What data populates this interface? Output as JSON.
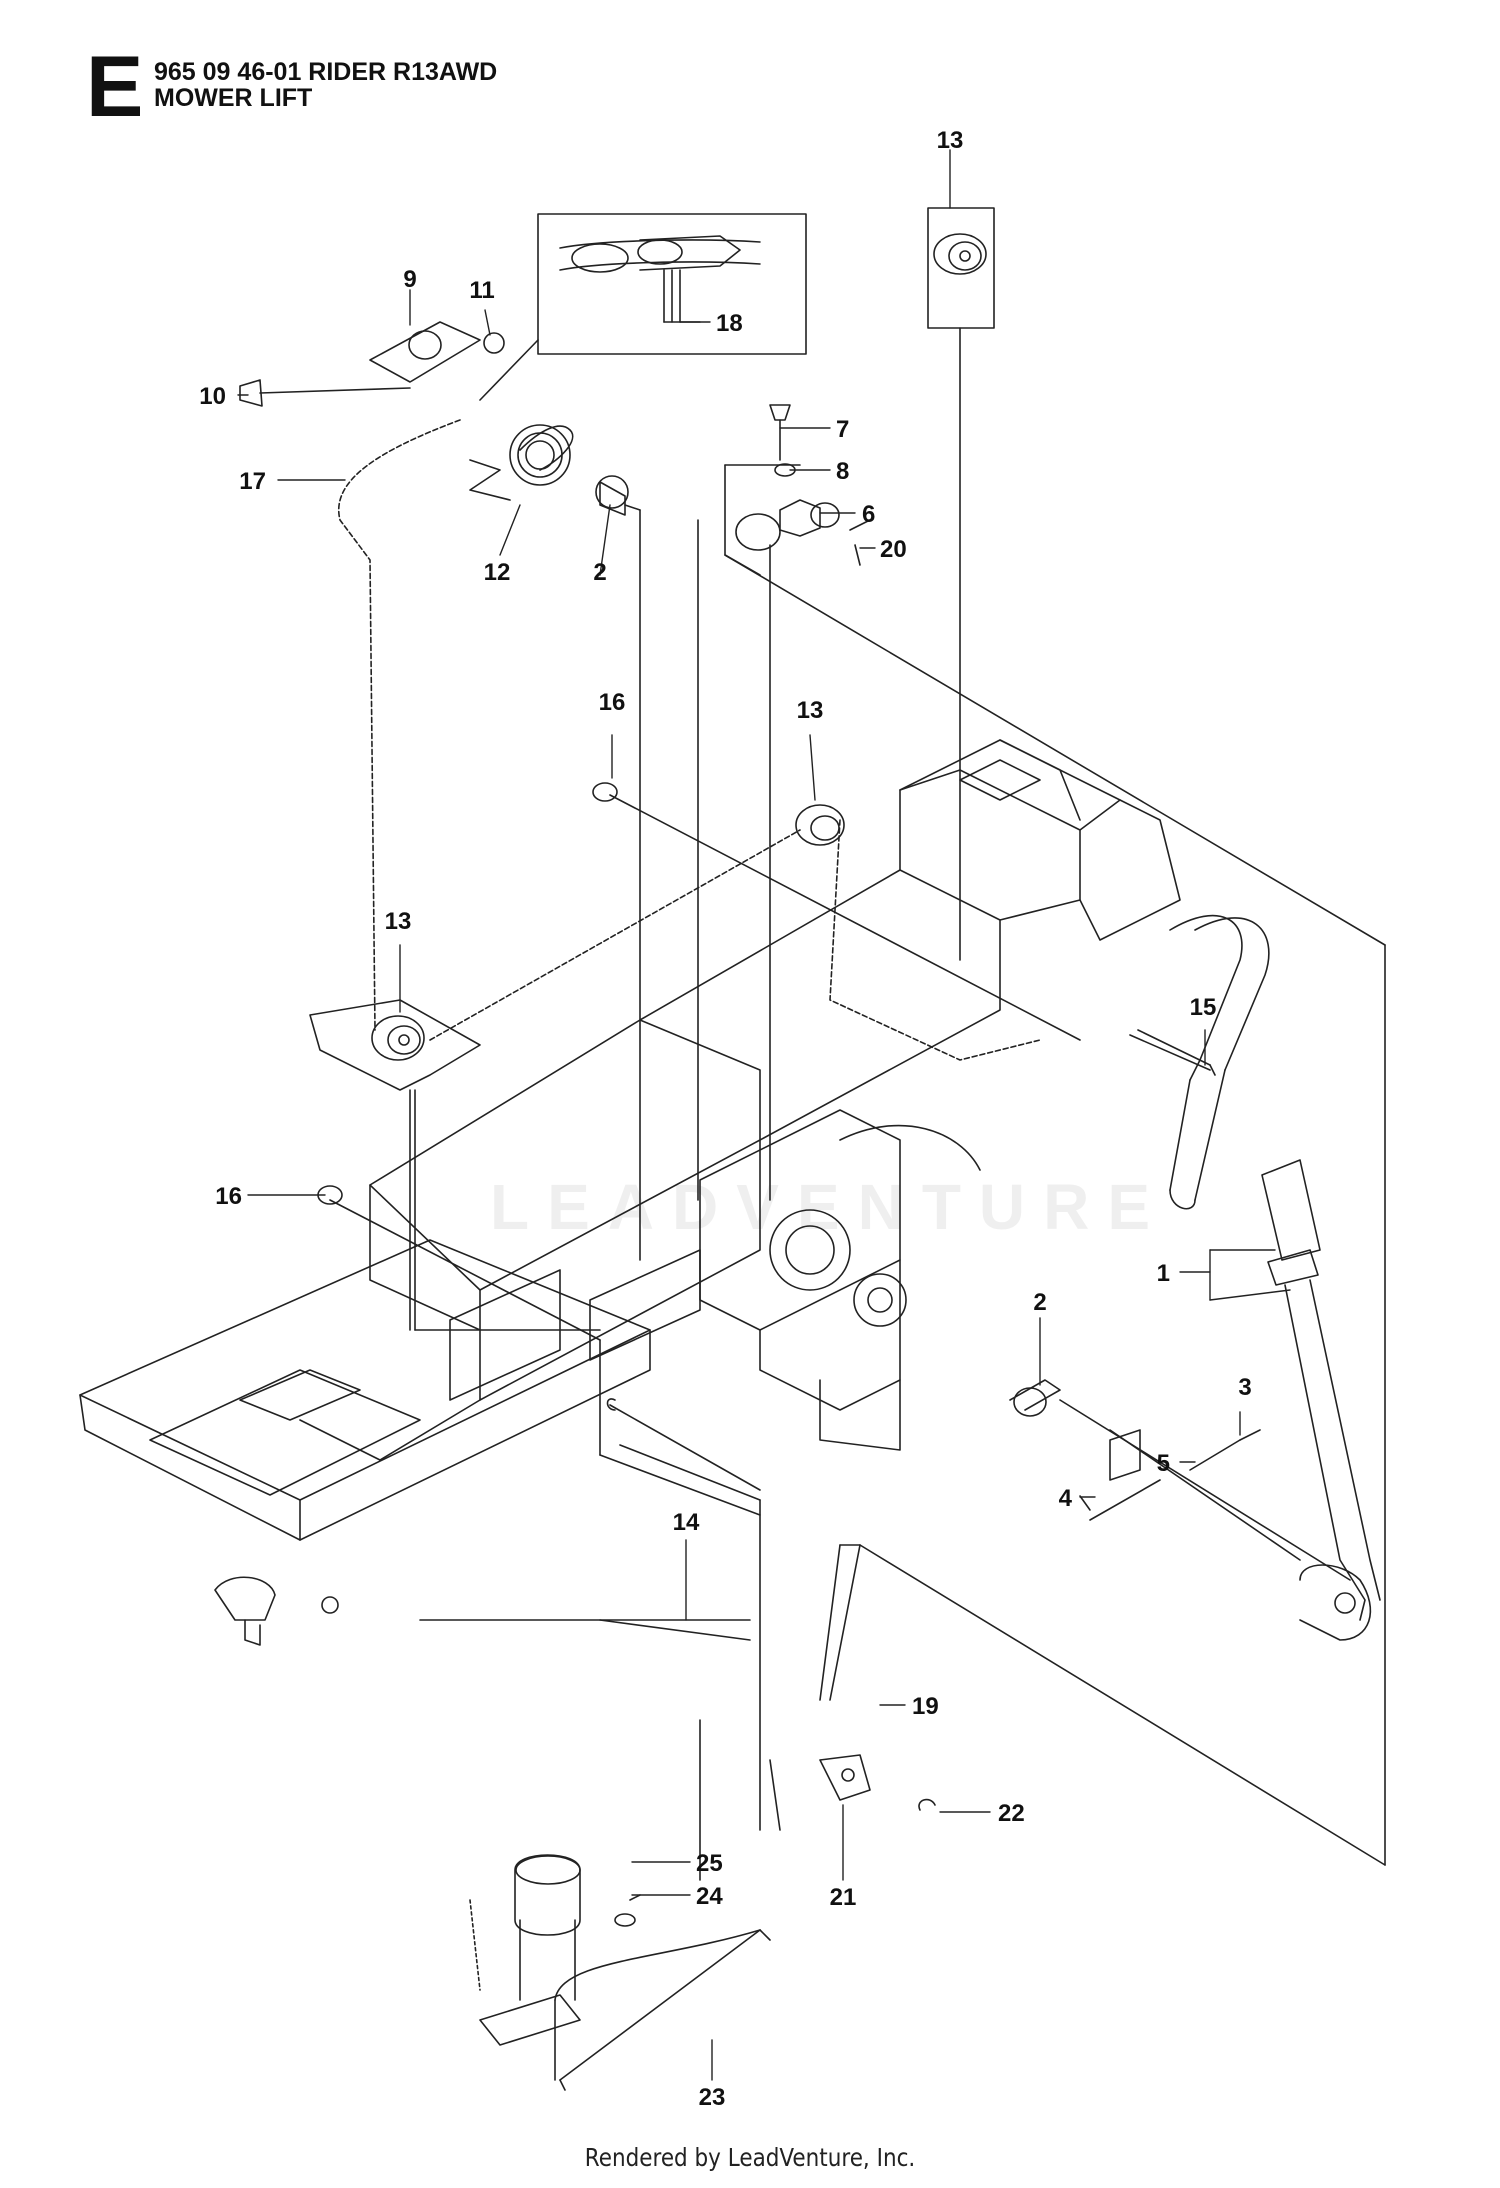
{
  "header": {
    "section_letter": "E",
    "model_line": "965 09 46-01 RIDER R13AWD",
    "subtitle": "MOWER LIFT"
  },
  "watermark": "LEADVENTURE",
  "footer": "Rendered by LeadVenture, Inc.",
  "callouts": [
    {
      "id": "c13a",
      "label": "13"
    },
    {
      "id": "c9",
      "label": "9"
    },
    {
      "id": "c11",
      "label": "11"
    },
    {
      "id": "c18",
      "label": "18"
    },
    {
      "id": "c10",
      "label": "10"
    },
    {
      "id": "c7",
      "label": "7"
    },
    {
      "id": "c8",
      "label": "8"
    },
    {
      "id": "c17",
      "label": "17"
    },
    {
      "id": "c6",
      "label": "6"
    },
    {
      "id": "c20",
      "label": "20"
    },
    {
      "id": "c12",
      "label": "12"
    },
    {
      "id": "c2a",
      "label": "2"
    },
    {
      "id": "c16a",
      "label": "16"
    },
    {
      "id": "c13b",
      "label": "13"
    },
    {
      "id": "c13c",
      "label": "13"
    },
    {
      "id": "c15",
      "label": "15"
    },
    {
      "id": "c16b",
      "label": "16"
    },
    {
      "id": "c1",
      "label": "1"
    },
    {
      "id": "c2b",
      "label": "2"
    },
    {
      "id": "c3",
      "label": "3"
    },
    {
      "id": "c5",
      "label": "5"
    },
    {
      "id": "c4",
      "label": "4"
    },
    {
      "id": "c14",
      "label": "14"
    },
    {
      "id": "c19",
      "label": "19"
    },
    {
      "id": "c22",
      "label": "22"
    },
    {
      "id": "c21",
      "label": "21"
    },
    {
      "id": "c25",
      "label": "25"
    },
    {
      "id": "c24",
      "label": "24"
    },
    {
      "id": "c23",
      "label": "23"
    }
  ]
}
